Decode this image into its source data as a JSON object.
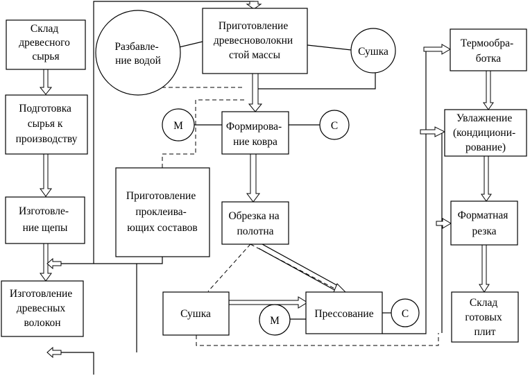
{
  "nodes": {
    "raw_storage": [
      "Склад",
      "древесного",
      "сырья"
    ],
    "raw_prep": [
      "Подготовка",
      "сырья к",
      "производству"
    ],
    "chips": [
      "Изготовле-",
      "ние щепы"
    ],
    "fibers": [
      "Изготовление",
      "древесных",
      "волокон"
    ],
    "mass_prep": [
      "Приготовление",
      "древесноволокни",
      "стой массы"
    ],
    "dilution": [
      "Разбавле-",
      "ние водой"
    ],
    "drying_top": [
      "Сушка"
    ],
    "mat_forming": [
      "Формирова-",
      "ние ковра"
    ],
    "binder_prep": [
      "Приготовление",
      "проклеива-",
      "ющих составов"
    ],
    "trimming": [
      "Обрезка на",
      "полотна"
    ],
    "drying_bottom": [
      "Сушка"
    ],
    "pressing": [
      "Прессование"
    ],
    "heat_treatment": [
      "Термообра-",
      "ботка"
    ],
    "humidifying": [
      "Увлажнение",
      "(кондициони-",
      "рование)"
    ],
    "sizing": [
      "Форматная",
      "резка"
    ],
    "finished_storage": [
      "Склад",
      "готовых",
      "плит"
    ],
    "m_forming": [
      "М"
    ],
    "c_forming": [
      "С"
    ],
    "m_pressing": [
      "М"
    ],
    "c_pressing": [
      "С"
    ]
  }
}
